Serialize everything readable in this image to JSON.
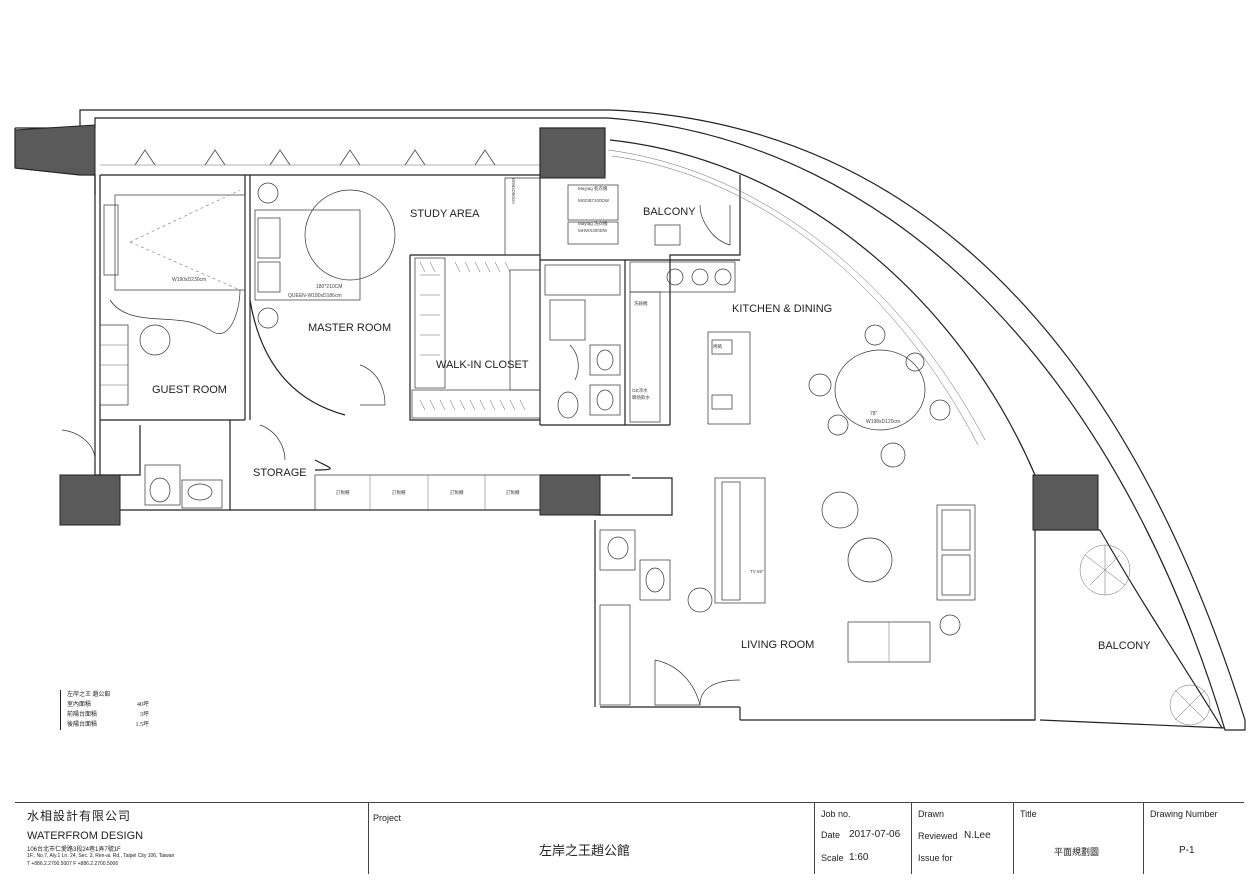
{
  "plan": {
    "rooms": {
      "study_area": "STUDY AREA",
      "balcony_top": "BALCONY",
      "kitchen_dining": "KITCHEN & DINING",
      "master_room": "MASTER ROOM",
      "walk_in_closet": "WALK-IN CLOSET",
      "guest_room": "GUEST ROOM",
      "storage": "STORAGE",
      "living_room": "LIVING ROOM",
      "balcony_right": "BALCONY"
    },
    "notes": {
      "guest_bed": "W190xD230cm",
      "master_bed_size": "180*210CM",
      "master_bed_queen": "QUEEN-W180xD186cm",
      "study_desk": "W96xD60cm",
      "table_78": "78\"",
      "table_dim": "W198xD120cm",
      "tv": "TV 65\"",
      "washer_1": "Maytag 乾衣機",
      "washer_2": "MGDB7100DW",
      "washer_3": "Maytag 洗衣機",
      "washer_4": "MHWX300DW",
      "dishwasher": "洗碗機",
      "oven": "烤箱",
      "water_heater_1": "GE淨水",
      "water_heater_2": "瞬熱飲水",
      "closet_label": "訂製櫃"
    }
  },
  "area_table": {
    "title": "左岸之王  趙公館",
    "rows": [
      {
        "label": "室內面積",
        "value": "40坪"
      },
      {
        "label": "前陽台面積",
        "value": "3坪"
      },
      {
        "label": "後陽台面積",
        "value": "1.5坪"
      }
    ]
  },
  "title_block": {
    "company_cn": "水相設計有限公司",
    "company_en": "WATERFROM DESIGN",
    "address_cn": "106台北市仁愛路3段24巷1弄7號1F",
    "address_en": "1F., No.7, Aly.1 Ln. 24, Sec. 3, Ren-ai. Rd., Taipei City 106, Taiwan",
    "phone": "T +886.2.2700.5007  F +886.2.2700.5006",
    "project_label": "Project",
    "project_name": "左岸之王趙公館",
    "job_no_label": "Job no.",
    "date_label": "Date",
    "date_value": "2017-07-06",
    "scale_label": "Scale",
    "scale_value": "1:60",
    "drawn_label": "Drawn",
    "reviewed_label": "Reviewed",
    "reviewed_value": "N.Lee",
    "issue_label": "Issue for",
    "title_label": "Title",
    "title_value": "平面規劃圖",
    "drawing_number_label": "Drawing Number",
    "drawing_number_value": "P-1"
  }
}
